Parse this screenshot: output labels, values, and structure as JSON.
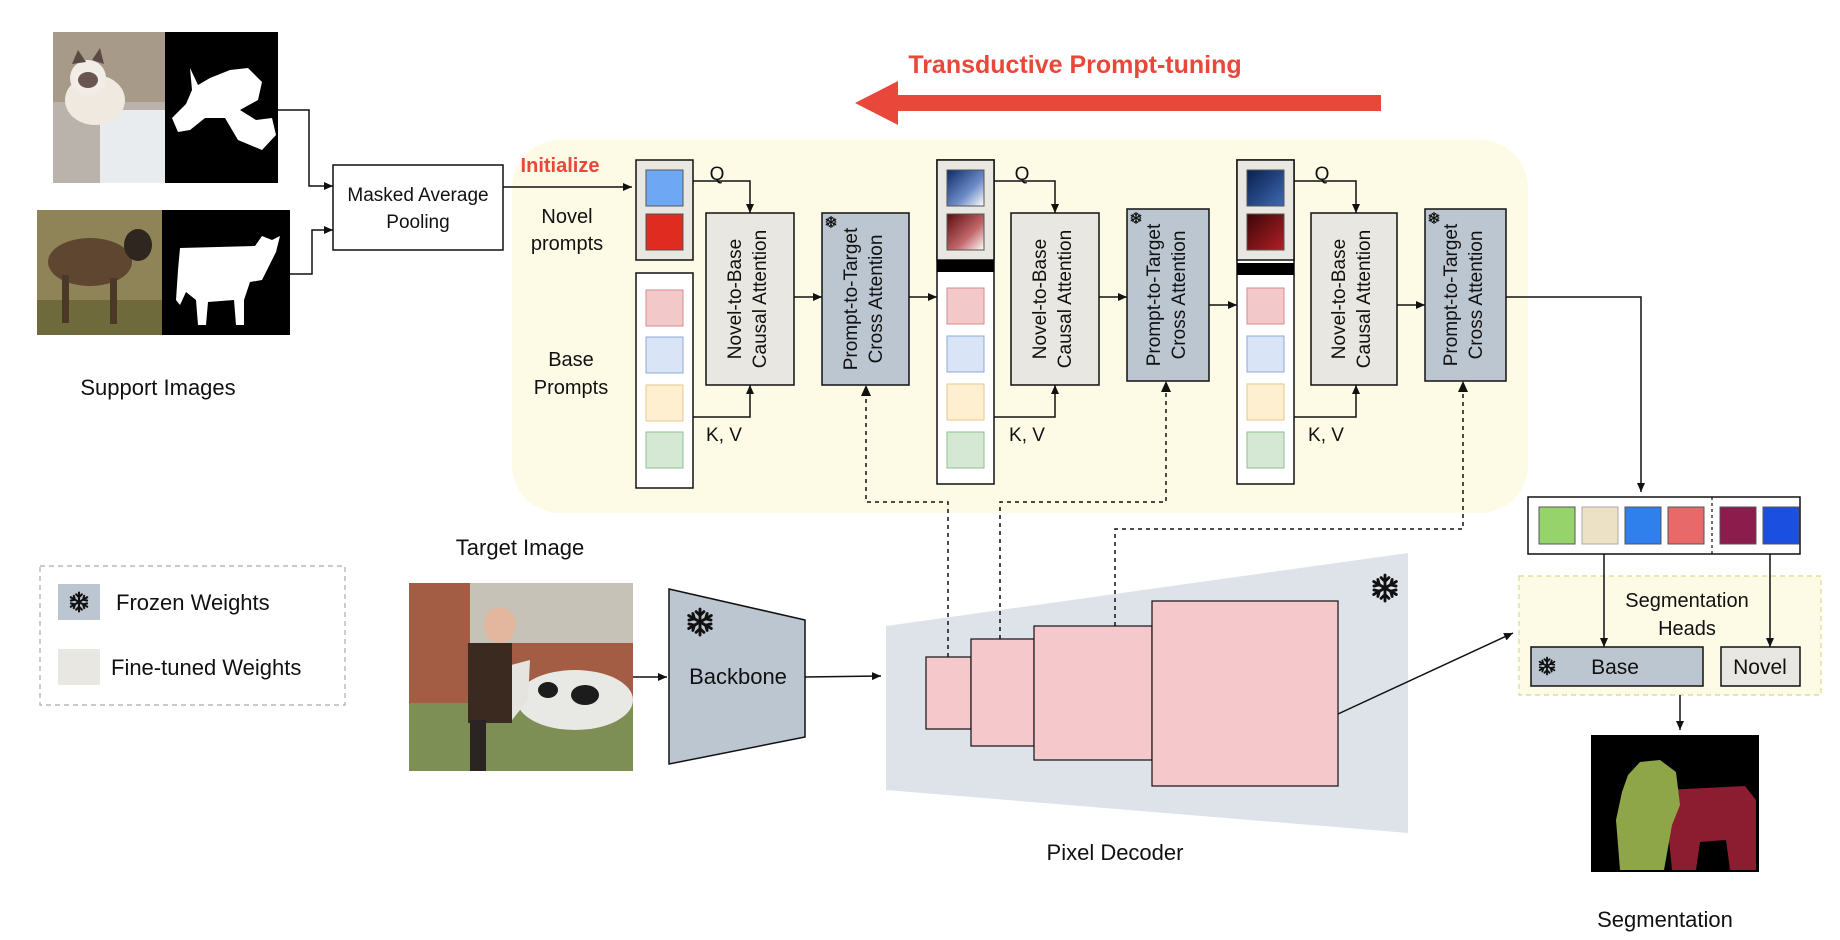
{
  "title": {
    "text": "Transductive  Prompt-tuning",
    "color": "#e8473a"
  },
  "labels": {
    "initialize": "Initialize",
    "novel_prompts": [
      "Novel",
      "prompts"
    ],
    "base_prompts": [
      "Base",
      "Prompts"
    ],
    "support_images": "Support Images",
    "target_image": "Target Image",
    "pixel_decoder": "Pixel Decoder",
    "segmentation": "Segmentation",
    "segmentation_heads": [
      "Segmentation",
      "Heads"
    ]
  },
  "blocks": {
    "masked_average_pooling": [
      "Masked Average",
      "Pooling"
    ],
    "causal_attention": [
      "Novel-to-Base",
      "Causal Attention"
    ],
    "cross_attention": [
      "Prompt-to-Target",
      "Cross Attention"
    ],
    "backbone": "Backbone",
    "head_base": "Base",
    "head_novel": "Novel",
    "q_label": "Q",
    "kv_label": "K, V"
  },
  "legend": {
    "items": [
      {
        "label": "Frozen Weights",
        "icon": "snowflake-icon",
        "color": "#bcc6d1"
      },
      {
        "label": "Fine-tuned Weights",
        "icon": "swatch",
        "color": "#e9e7e1"
      }
    ]
  },
  "colors": {
    "region_bg": "#fdfbe6",
    "frozen": "#bcc6d1",
    "finetuned": "#e9e7e1",
    "decoder_shape": "#dde3e9",
    "decoder_blocks": "#f5c9cc",
    "title_red": "#e8473a",
    "base_prompt_colors": [
      "#f3c8c9",
      "#d9e4f7",
      "#fdefcf",
      "#d5e8d4"
    ],
    "novel_prompt_colors": [
      "#6ea8f5",
      "#e02b20"
    ],
    "output_colors": [
      "#97d36b",
      "#ece0c5",
      "#2f80ed",
      "#e8696a",
      "#8c1c4c",
      "#1b4fe0"
    ]
  },
  "icons": [
    "snowflake-icon",
    "arrow-left-icon"
  ]
}
